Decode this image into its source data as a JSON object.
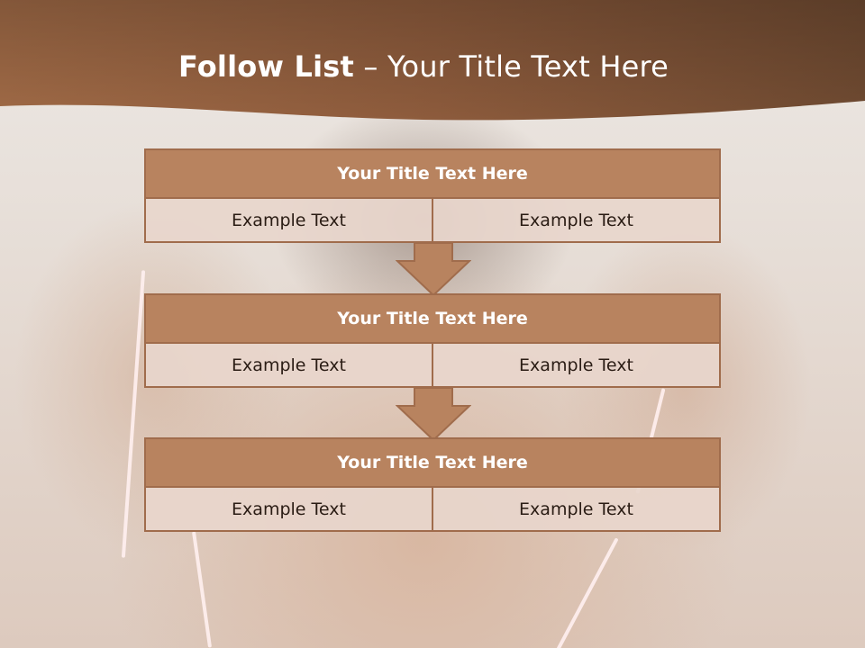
{
  "slide": {
    "title_bold": "Follow List",
    "title_rest": " – Your Title Text Here"
  },
  "rows": [
    {
      "title": "Your Title Text Here",
      "left": "Example Text",
      "right": "Example Text"
    },
    {
      "title": "Your Title Text Here",
      "left": "Example Text",
      "right": "Example Text"
    },
    {
      "title": "Your Title Text Here",
      "left": "Example Text",
      "right": "Example Text"
    }
  ],
  "colors": {
    "header": "#8f5a3b",
    "block_title": "#b8835f",
    "border": "#a06c4c",
    "cell": "#e8d6cc"
  }
}
